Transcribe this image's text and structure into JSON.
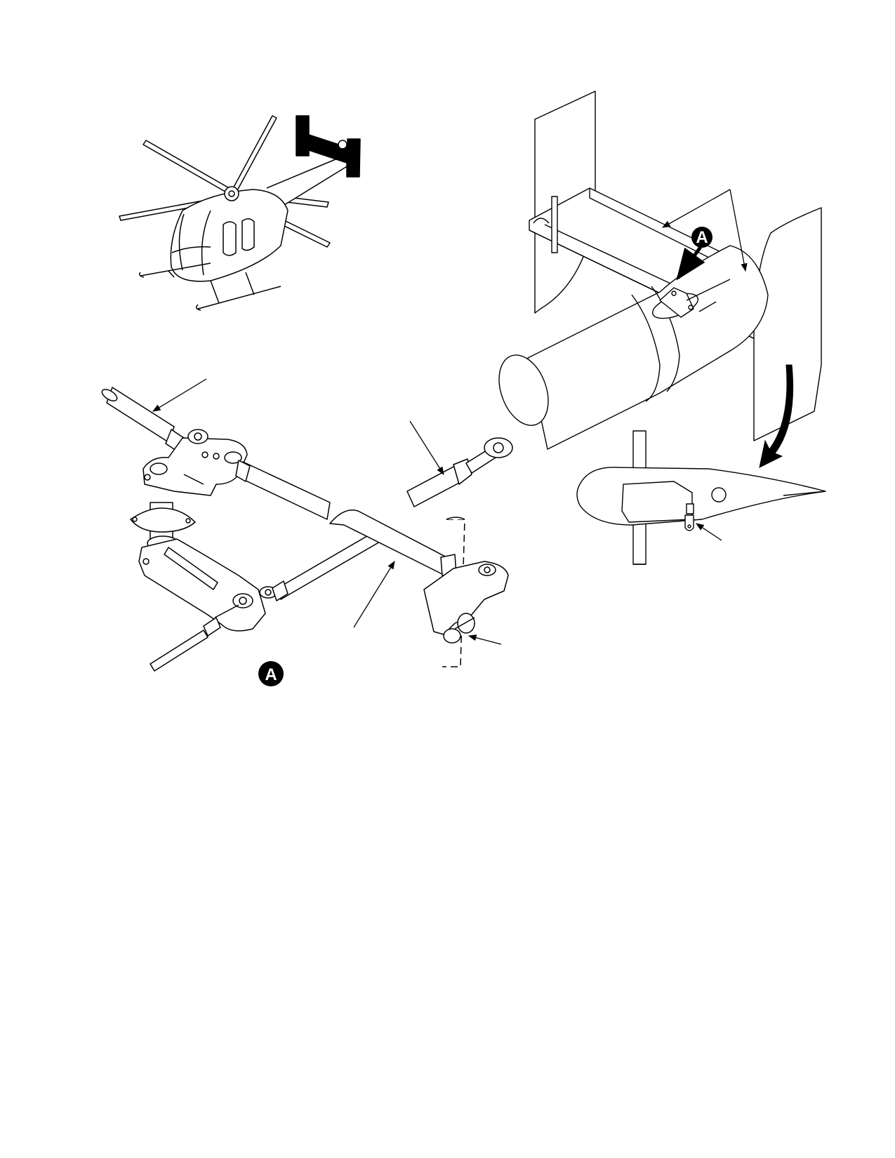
{
  "figure": {
    "detail_callouts": [
      {
        "id": "detail-callout-fin",
        "letter": "A"
      },
      {
        "id": "detail-callout-linkage",
        "letter": "A"
      }
    ]
  },
  "colors": {
    "ink": "#000000",
    "paper": "#ffffff",
    "callout": "#000000",
    "callout_text": "#ffffff"
  },
  "icons": [
    "helicopter-icon",
    "tail-boom-icon",
    "vertical-fin-icon",
    "horizontal-stabilizer-icon",
    "control-rod-icon",
    "bellcrank-icon",
    "rod-end-icon",
    "fin-section-icon",
    "leader-arrow-icon",
    "curved-arrow-icon"
  ]
}
